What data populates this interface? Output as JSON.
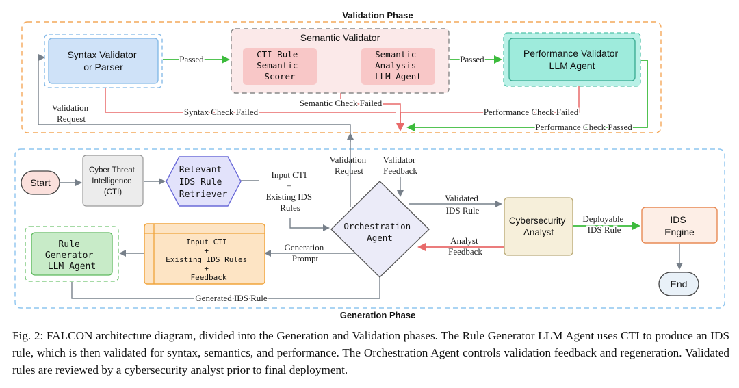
{
  "phases": {
    "validation": "Validation Phase",
    "generation": "Generation Phase"
  },
  "nodes": {
    "syntax_validator": [
      "Syntax Validator",
      "or Parser"
    ],
    "semantic_validator_title": "Semantic Validator",
    "cti_rule_scorer": [
      "CTI-Rule",
      "Semantic",
      "Scorer"
    ],
    "semantic_analysis_agent": [
      "Semantic",
      "Analysis",
      "LLM Agent"
    ],
    "performance_validator": [
      "Performance Validator",
      "LLM Agent"
    ],
    "start": "Start",
    "cti": [
      "Cyber Threat",
      "Intelligence",
      "(CTI)"
    ],
    "retriever": [
      "Relevant",
      "IDS Rule",
      "Retriever"
    ],
    "orchestration": [
      "Orchestration",
      "Agent"
    ],
    "analyst": [
      "Cybersecurity",
      "Analyst"
    ],
    "ids_engine": [
      "IDS",
      "Engine"
    ],
    "end": "End",
    "rule_generator": [
      "Rule",
      "Generator",
      "LLM Agent"
    ],
    "prompt_doc": [
      "Input CTI",
      "+",
      "Existing IDS Rules",
      "+",
      "Feedback"
    ]
  },
  "edge_labels": {
    "passed_1": "Passed",
    "passed_2": "Passed",
    "validation_request_top": [
      "Validation",
      "Request"
    ],
    "syntax_failed": "Syntax Check Failed",
    "semantic_failed": "Semantic Check Failed",
    "performance_failed": "Performance Check Failed",
    "performance_passed": "Performance Check Passed",
    "validation_request": [
      "Validation",
      "Request"
    ],
    "validator_feedback": [
      "Validator",
      "Feedback"
    ],
    "input_cti_rules": [
      "Input CTI",
      "+",
      "Existing IDS",
      "Rules"
    ],
    "validated_rule": [
      "Validated",
      "IDS Rule"
    ],
    "deployable_rule": [
      "Deployable",
      "IDS Rule"
    ],
    "analyst_feedback": [
      "Analyst",
      "Feedback"
    ],
    "generation_prompt": [
      "Generation",
      "Prompt"
    ],
    "generated_rule": "Generated IDS Rule"
  },
  "caption": "Fig. 2: FALCON architecture diagram, divided into the Generation and Validation phases. The Rule Generator LLM Agent uses CTI to produce an IDS rule, which is then validated for syntax, semantics, and performance. The Orchestration Agent controls validation feedback and regeneration. Validated rules are reviewed by a cybersecurity analyst prior to final deployment.",
  "colors": {
    "validation_border": "#f4a85a",
    "generation_border": "#8ec5ef",
    "pass_green": "#4cc44c",
    "fail_red": "#e86a6a",
    "neutral_gray": "#77808a"
  }
}
